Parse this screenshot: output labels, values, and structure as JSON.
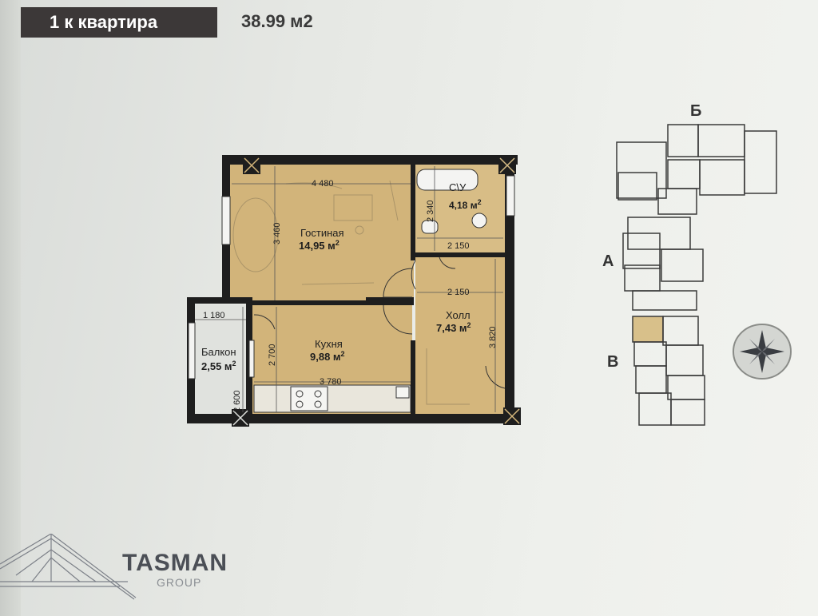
{
  "header": {
    "apartment_type": "1 к квартира",
    "total_area": "38.99 м2"
  },
  "rooms": {
    "living": {
      "name": "Гостиная",
      "area": "14,95 м",
      "width": "4 480",
      "depth": "3 460"
    },
    "bathroom": {
      "name": "С\\У",
      "area": "4,18 м",
      "depth": "2 340",
      "width": "2 150"
    },
    "hall": {
      "name": "Холл",
      "area": "7,43 м",
      "width": "2 150",
      "depth": "3 820"
    },
    "kitchen": {
      "name": "Кухня",
      "area": "9,88 м",
      "width": "3 780",
      "depth": "2 700"
    },
    "balcony": {
      "name": "Балкон",
      "area": "2,55 м",
      "width": "1 180",
      "depth": "2 600"
    },
    "area_superscript": "2"
  },
  "building_scheme": {
    "sections": [
      "Б",
      "А",
      "В"
    ],
    "highlight_color": "#d8c08a"
  },
  "compass": {
    "icon": "compass-rose-icon"
  },
  "logo": {
    "name": "TASMAN",
    "subtitle": "GROUP",
    "icon": "bridge-logo-icon"
  },
  "colors": {
    "room_fill": "#d2b47a",
    "wall": "#1e1e1e",
    "title_bg": "#3c3838"
  }
}
